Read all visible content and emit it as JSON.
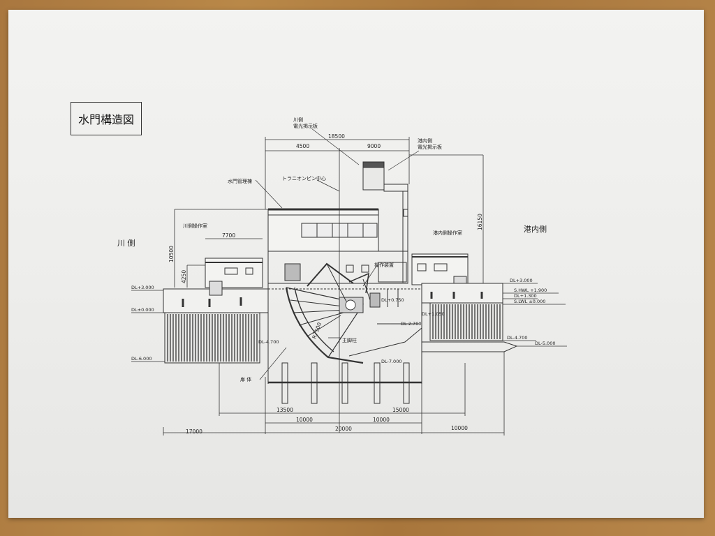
{
  "title": "水門構造図",
  "side_labels": {
    "river_side": "川 側",
    "harbor_side": "港内側"
  },
  "callouts": {
    "river_lamp_1": "川側",
    "river_lamp_2": "電光掲示板",
    "harbor_lamp_1": "港内側",
    "harbor_lamp_2": "電光掲示板",
    "gate_house": "水門管理棟",
    "trunnion": "トラニオンピン中心",
    "river_shelter": "川側操作室",
    "harbor_shelter": "港内側操作室",
    "lock_device": "操作装置",
    "gate_body": "扉 体",
    "ram": "主脚柱"
  },
  "dimensions": {
    "top_total": "18500",
    "top_left": "4500",
    "top_right": "9000",
    "height_right": "16150",
    "height_left": "10500",
    "height_small": "4250",
    "shelter_width": "7700",
    "radius": "R7500",
    "bot_a": "13500",
    "bot_b": "15000",
    "bot_c": "10000",
    "bot_d": "10000",
    "bot_total": "20000",
    "bot_left": "17000",
    "bot_right": "10000"
  },
  "levels": {
    "l_dl3000": "DL+3.000",
    "l_dl0000": "DL±0.000",
    "l_dl6000": "DL-6.000",
    "l_dl4700": "DL-4.700",
    "l_dl7000": "DL-7.000",
    "l_dl2700": "DL-2.700",
    "l_dl1050": "DL+1.050",
    "l_dl0750": "DL+0.750",
    "r_dl3000": "DL+3.000",
    "r_hwl": "S.HWL +1.900",
    "r_dl1300": "DL+1.300",
    "r_lwl": "S.LWL ±0.000",
    "r_dl4700": "DL-4.700",
    "r_dl5000": "DL-5.000"
  }
}
